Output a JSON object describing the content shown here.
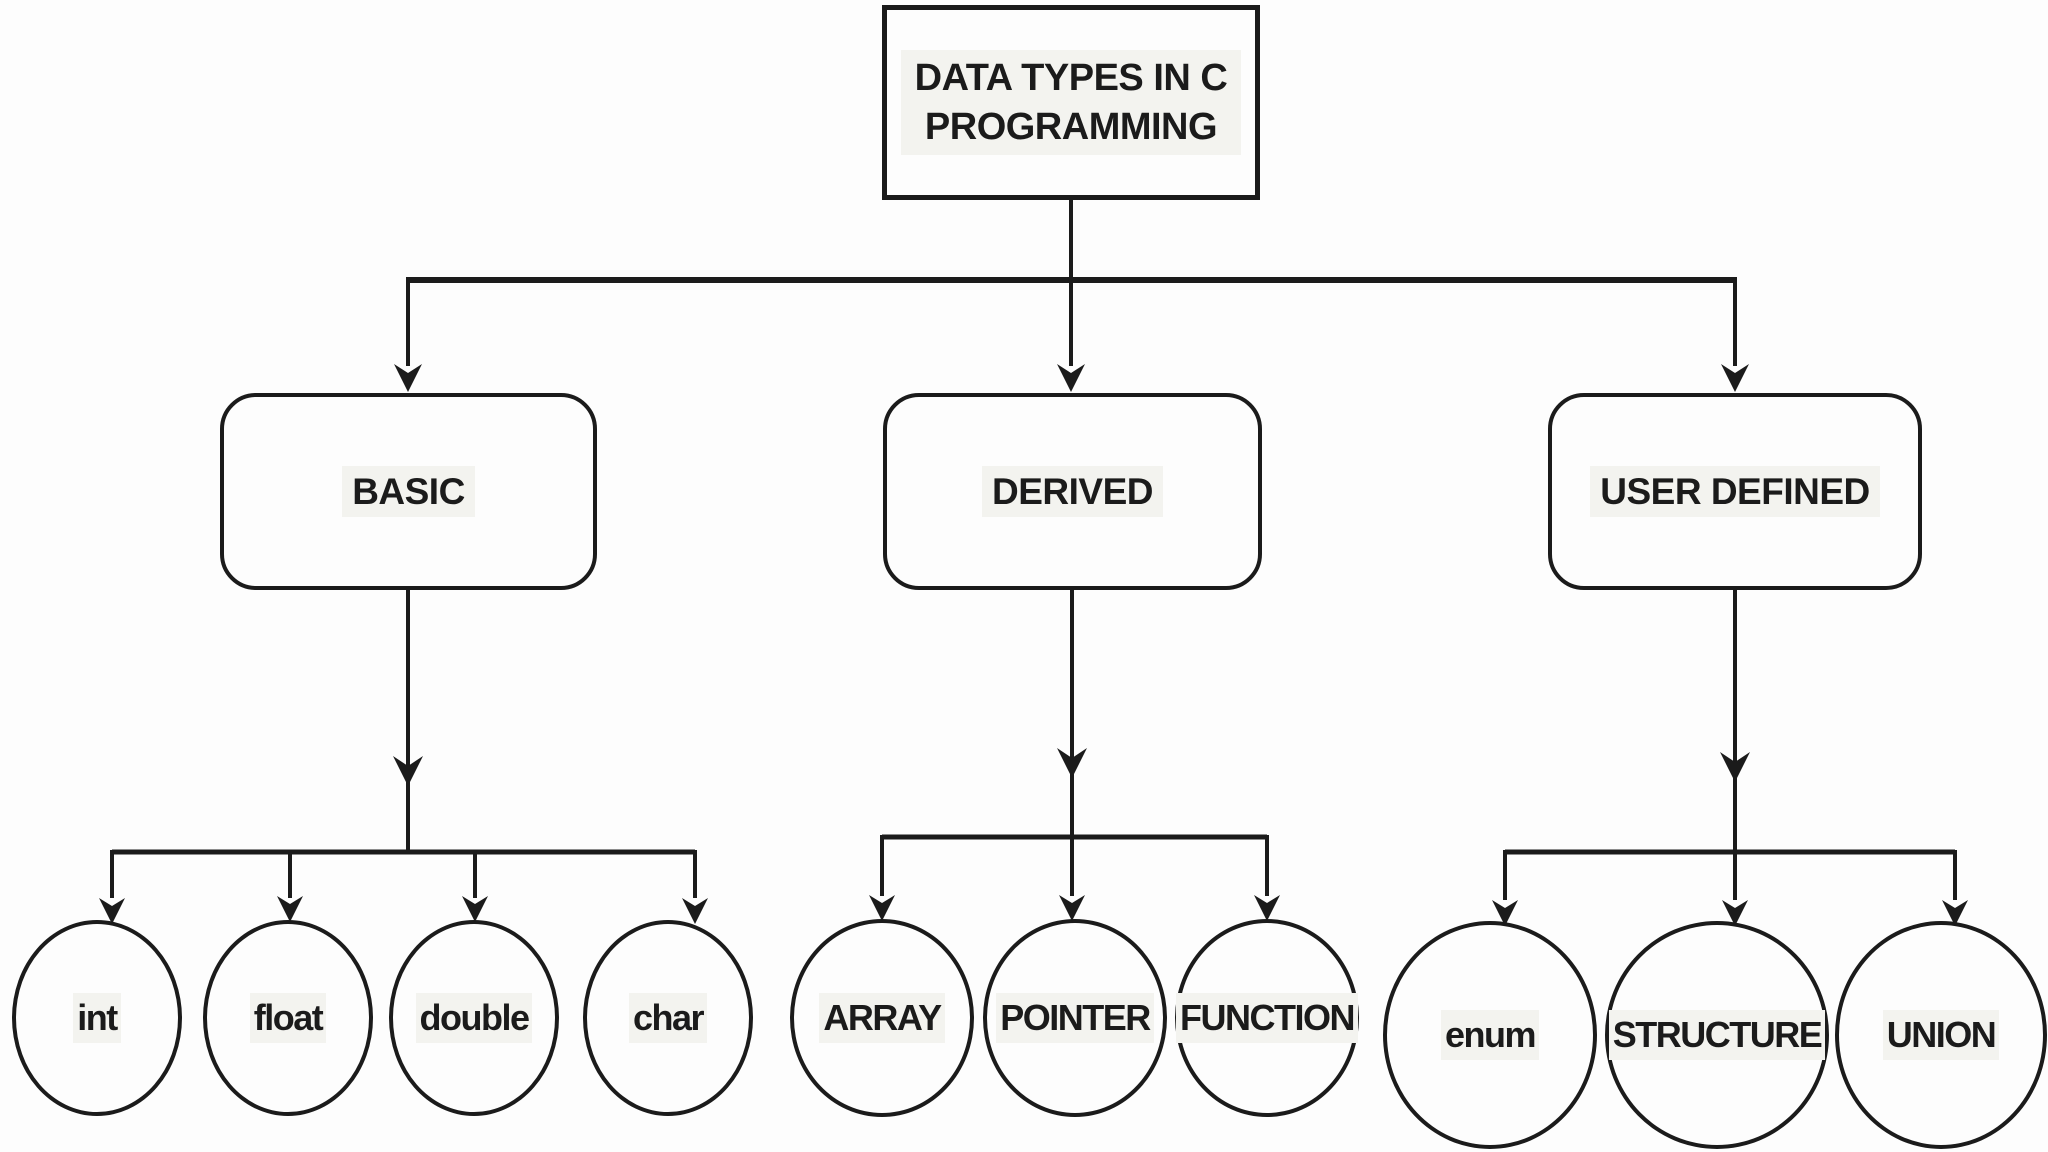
{
  "diagram": {
    "root": {
      "lines": [
        "DATA TYPES IN C",
        "PROGRAMMING"
      ]
    },
    "branches": [
      {
        "label": "BASIC",
        "children": [
          "int",
          "float",
          "double",
          "char"
        ]
      },
      {
        "label": "DERIVED",
        "children": [
          "ARRAY",
          "POINTER",
          "FUNCTION"
        ]
      },
      {
        "label": "USER DEFINED",
        "children": [
          "enum",
          "STRUCTURE",
          "UNION"
        ]
      }
    ],
    "colors": {
      "stroke": "#1b1b1b",
      "text": "#1b1b1b",
      "background": "#fdfdfd"
    }
  }
}
